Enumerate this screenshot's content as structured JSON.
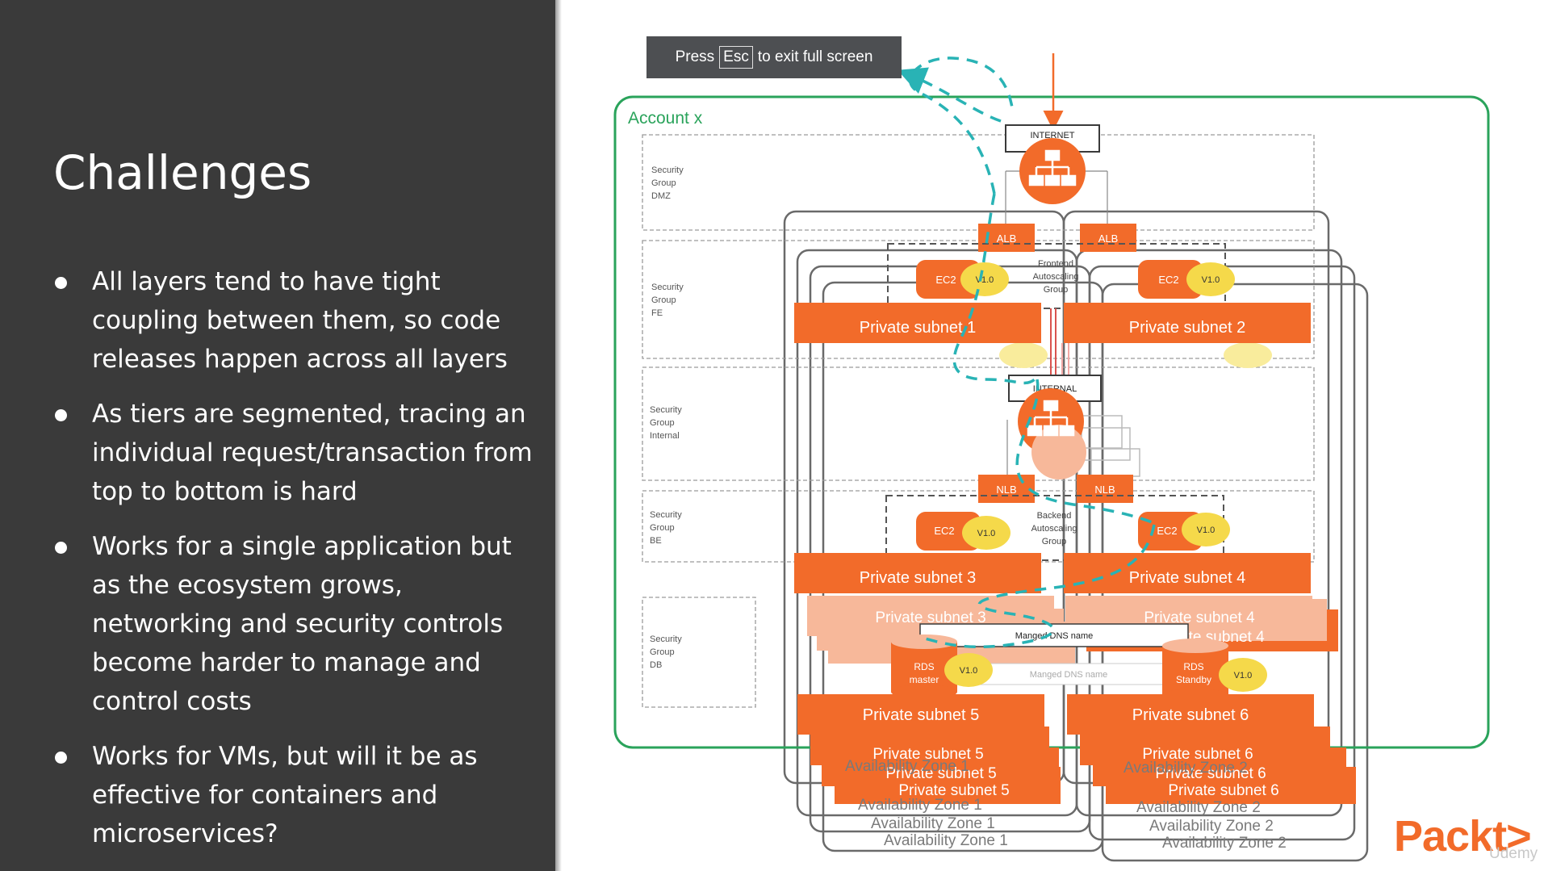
{
  "slide": {
    "title": "Challenges",
    "bullets": [
      "All layers tend to have tight coupling between them, so code releases happen across all layers",
      "As tiers are segmented, tracing an individual request/transaction from top to bottom is hard",
      "Works for a single application but as the ecosystem grows, networking and security controls become harder to manage and control costs",
      "Works for VMs, but will it be as effective for containers and microservices?"
    ]
  },
  "banner": {
    "press": "Press",
    "key": "Esc",
    "rest": "to exit full screen"
  },
  "diagram": {
    "account": "Account x",
    "security_groups": [
      [
        "Security",
        "Group",
        "DMZ"
      ],
      [
        "Security",
        "Group",
        "FE"
      ],
      [
        "Security",
        "Group",
        "Internal"
      ],
      [
        "Security",
        "Group",
        "BE"
      ],
      [
        "Security",
        "Group",
        "DB"
      ]
    ],
    "internet": "INTERNET",
    "internal": "INTERNAL",
    "alb": "ALB",
    "nlb": "NLB",
    "ec2": "EC2",
    "version": "V1.0",
    "frontend_group": [
      "Frontend",
      "Autoscaling",
      "Group"
    ],
    "backend_group": [
      "Backend",
      "Autoscaling",
      "Group"
    ],
    "subnets": [
      "Private subnet 1",
      "Private subnet 2",
      "Private subnet 3",
      "Private subnet 4",
      "Private subnet 5",
      "Private subnet 6"
    ],
    "rds_master": [
      "RDS",
      "master"
    ],
    "rds_standby": [
      "RDS",
      "Standby"
    ],
    "dns": "Manged DNS name",
    "az1": "Availability Zone 1",
    "az2": "Availability Zone 2"
  },
  "brand": {
    "logo": "Packt>",
    "watermark": "Udemy"
  },
  "colors": {
    "orange": "#f26b2a",
    "light_orange": "#f7b89a",
    "green": "#2aa35b",
    "teal": "#29b3b5",
    "yellow": "#f5d94a",
    "dark": "#3a3a3a"
  }
}
